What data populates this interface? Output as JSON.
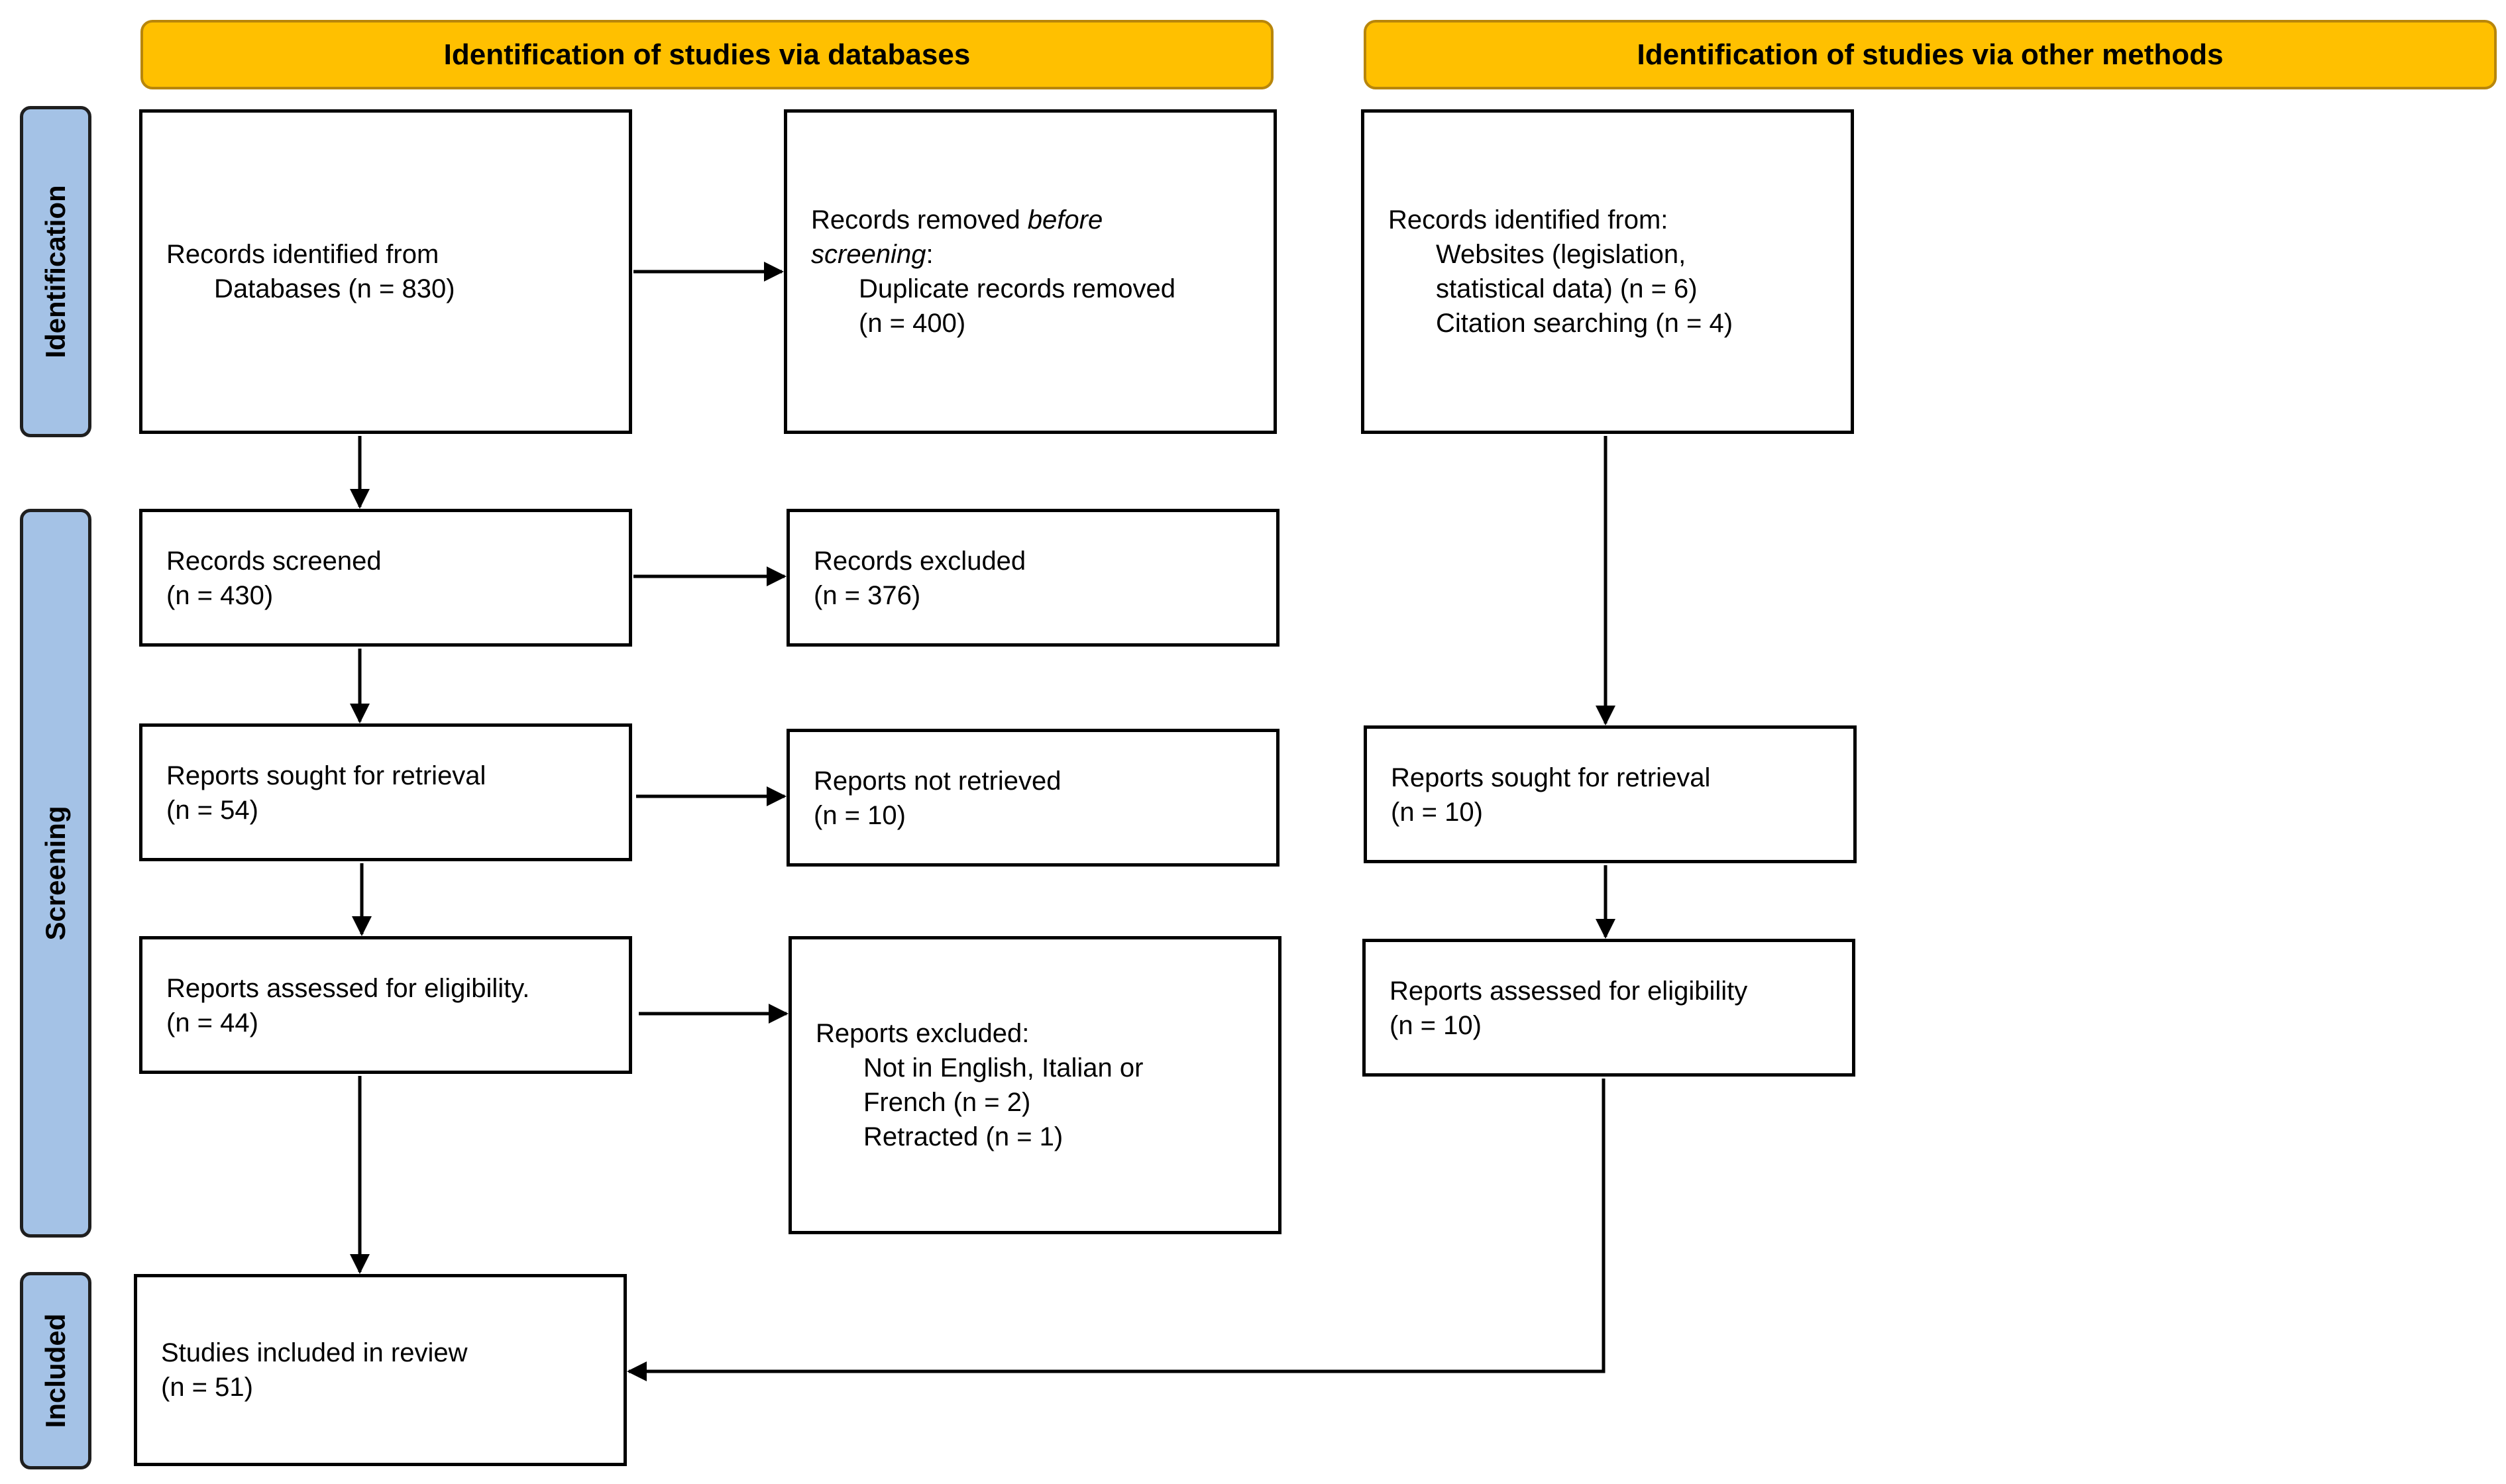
{
  "headers": {
    "databases": "Identification of studies via databases",
    "other": "Identification of studies via other methods"
  },
  "phases": {
    "identification": "Identification",
    "screening": "Screening",
    "included": "Included"
  },
  "boxes": {
    "records_identified": {
      "line1": "Records identified from",
      "line2": "Databases (n = 830)"
    },
    "records_removed": {
      "line1_prefix": "Records removed ",
      "line1_italic": "before",
      "line2_italic": "screening",
      "line2_suffix": ":",
      "line3": "Duplicate records removed",
      "line4": "(n = 400)"
    },
    "records_identified_other": {
      "line1": "Records identified from:",
      "line2": "Websites (legislation,",
      "line3": "statistical data) (n = 6)",
      "line4": "Citation searching (n = 4)"
    },
    "records_screened": {
      "line1": "Records screened",
      "line2": "(n = 430)"
    },
    "records_excluded": {
      "line1": "Records excluded",
      "line2": "(n = 376)"
    },
    "reports_sought": {
      "line1": "Reports sought for retrieval",
      "line2": "(n = 54)"
    },
    "reports_not_retrieved": {
      "line1": "Reports not retrieved",
      "line2": "(n = 10)"
    },
    "reports_sought_other": {
      "line1": "Reports sought for retrieval",
      "line2": "(n = 10)"
    },
    "reports_assessed": {
      "line1": "Reports assessed for eligibility.",
      "line2": "(n = 44)"
    },
    "reports_excluded": {
      "line1": "Reports excluded:",
      "line2": "Not in English, Italian or",
      "line3": "French (n = 2)",
      "line4": "Retracted (n = 1)"
    },
    "reports_assessed_other": {
      "line1": "Reports assessed for eligibility",
      "line2": "(n = 10)"
    },
    "studies_included": {
      "line1": "Studies included in review",
      "line2": "(n = 51)"
    }
  },
  "colors": {
    "header_fill": "#FFC000",
    "phase_fill": "#A4C2E6",
    "box_border": "#000000"
  }
}
